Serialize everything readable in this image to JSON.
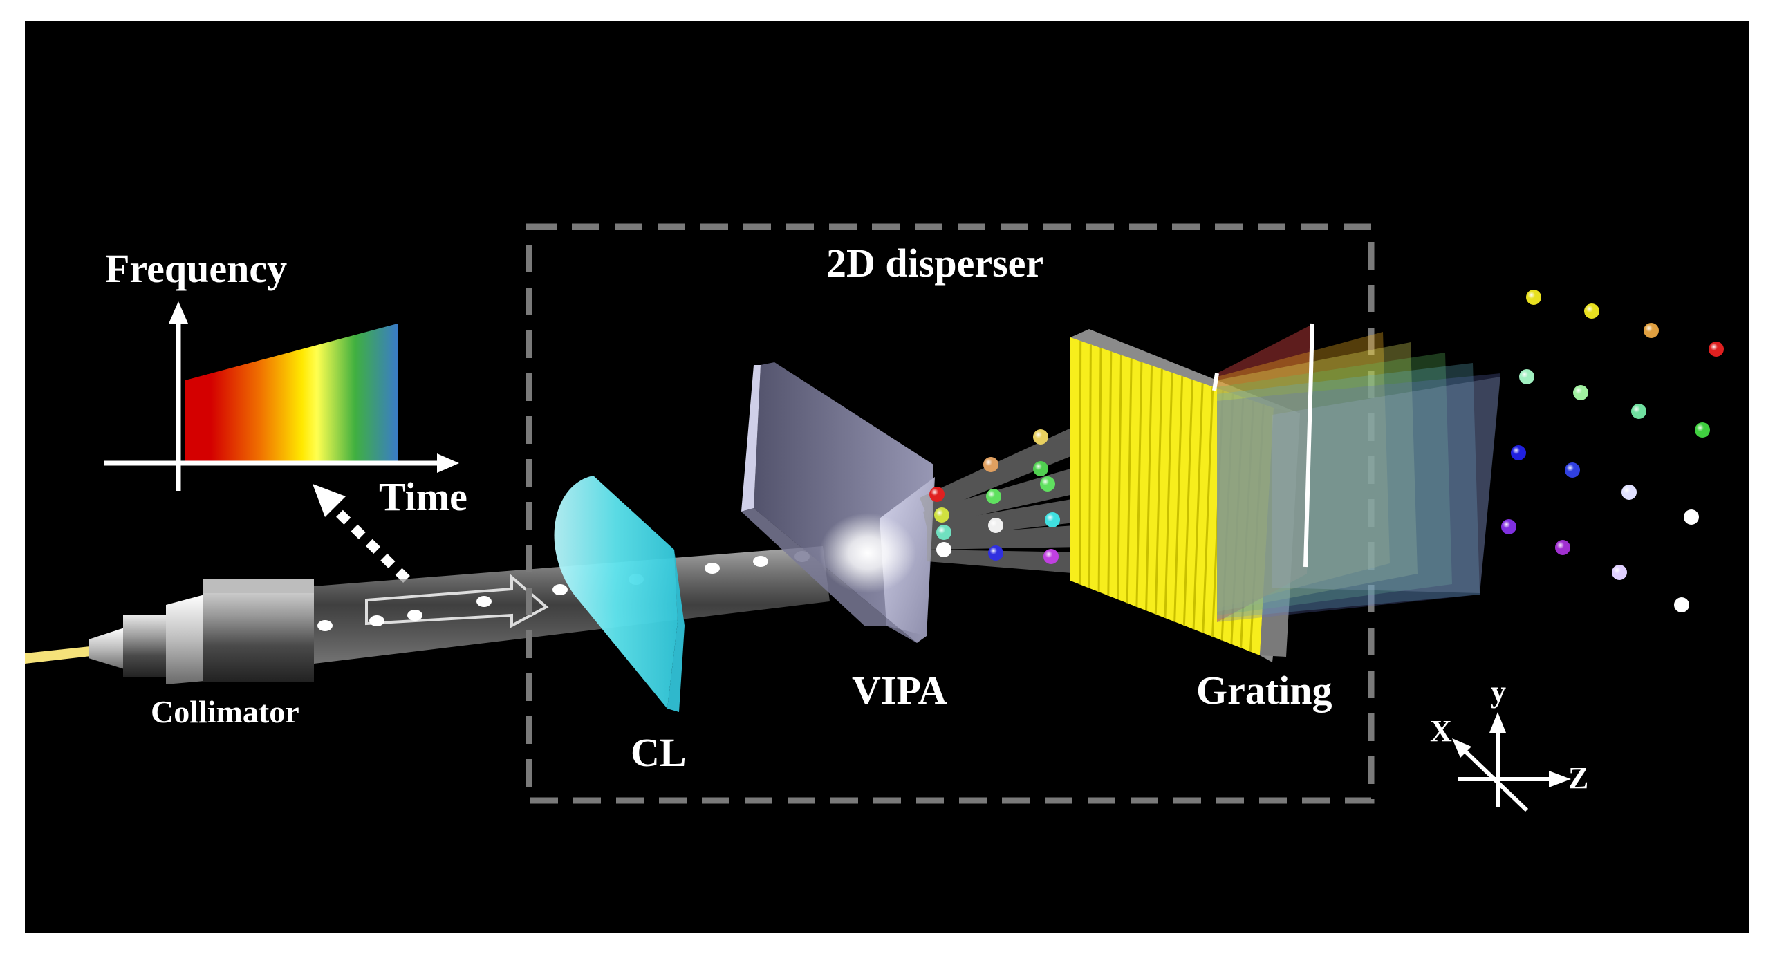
{
  "labels": {
    "frequency": "Frequency",
    "time": "Time",
    "collimator": "Collimator",
    "cl": "CL",
    "vipa": "VIPA",
    "grating": "Grating",
    "disperser": "2D disperser",
    "axis_x": "X",
    "axis_y": "y",
    "axis_z": "Z"
  },
  "colors": {
    "background": "#000000",
    "frame": "#ffffff",
    "dashed_box": "#7a7a7a",
    "fiber": "#f5e27a",
    "lens": "#5fe6f0",
    "grating": "#f7ee1c"
  },
  "spectrum_gradient": [
    "#d40000",
    "#f06000",
    "#ffe000",
    "#ffff40",
    "#3db53d",
    "#3a7cc8"
  ],
  "output_spot_colors": [
    "#e8e020",
    "#e8e020",
    "#e0a040",
    "#e02020",
    "#a0f0c0",
    "#a0f0a0",
    "#70e0a0",
    "#40d040",
    "#2020e0",
    "#3040e0",
    "#e0e0ff",
    "#ffffff",
    "#8030e0",
    "#a030d0",
    "#e0d0ff",
    "#ffffff"
  ],
  "beam_spot_colors": [
    [
      "#e8d060",
      "#e0c040"
    ],
    [
      "#e0a060",
      "#50d050",
      "#40d040"
    ],
    [
      "#e02020",
      "#60e060",
      "#60e060",
      "#40d040"
    ],
    [
      "#d0e040",
      "#f0f0f0",
      "#40e0e0",
      "#40e0e0"
    ],
    [
      "#70e0c0",
      "#3030e0",
      "#c040e0",
      "#c040e0"
    ],
    [
      "#ffffff"
    ]
  ]
}
